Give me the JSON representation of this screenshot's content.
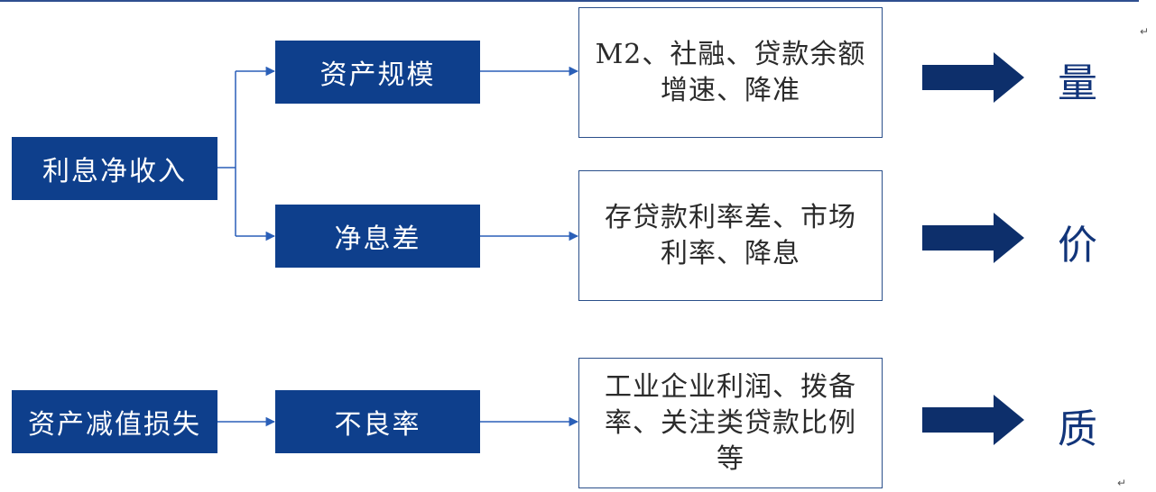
{
  "nodes": {
    "net_interest_income": "利息净收入",
    "asset_scale": "资产规模",
    "net_interest_margin": "净息差",
    "impairment_loss": "资产减值损失",
    "npl_ratio": "不良率"
  },
  "details": {
    "volume": [
      "M2、社融、贷款余额",
      "增速、降准"
    ],
    "price": [
      "存贷款利率差、市场",
      "利率、降息"
    ],
    "quality": [
      "工业企业利润、拨备",
      "率、关注类贷款比例",
      "等"
    ]
  },
  "outcomes": {
    "volume": "量",
    "price": "价",
    "quality": "质"
  },
  "colors": {
    "box_fill": "#0e3f8c",
    "arrow_fill": "#0d2f6b",
    "connector": "#2a5fb8",
    "outcome_text": "#12357a"
  }
}
